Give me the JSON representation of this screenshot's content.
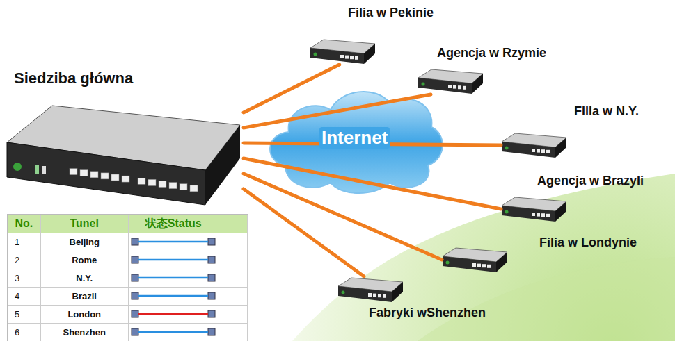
{
  "diagram": {
    "nodes": [
      {
        "text": [
          "Siedziba główna"
        ]
      },
      {
        "text": [
          "Internet"
        ]
      },
      {
        "text": [
          "Filia w Pekinie"
        ]
      },
      {
        "text": [
          "Agencja w Rzymie"
        ]
      },
      {
        "text": [
          "Filia w N.Y."
        ]
      },
      {
        "text": [
          "Agencja w Brazyli"
        ]
      },
      {
        "text": [
          "Filia w Londynie"
        ]
      },
      {
        "text": [
          "Fabryki wShenzhen"
        ]
      }
    ],
    "edges": [
      {
        "from": 0,
        "to": 2,
        "arrow": "none"
      },
      {
        "from": 0,
        "to": 3,
        "arrow": "none"
      },
      {
        "from": 0,
        "to": 4,
        "arrow": "none"
      },
      {
        "from": 0,
        "to": 5,
        "arrow": "none"
      },
      {
        "from": 0,
        "to": 6,
        "arrow": "none"
      },
      {
        "from": 0,
        "to": 7,
        "arrow": "none"
      }
    ],
    "labels": [
      "No.",
      "Tunel",
      "状态Status",
      "1",
      "Beijing",
      "2",
      "Rome",
      "3",
      "N.Y.",
      "4",
      "Brazil",
      "5",
      "London",
      "6",
      "Shenzhen"
    ]
  }
}
